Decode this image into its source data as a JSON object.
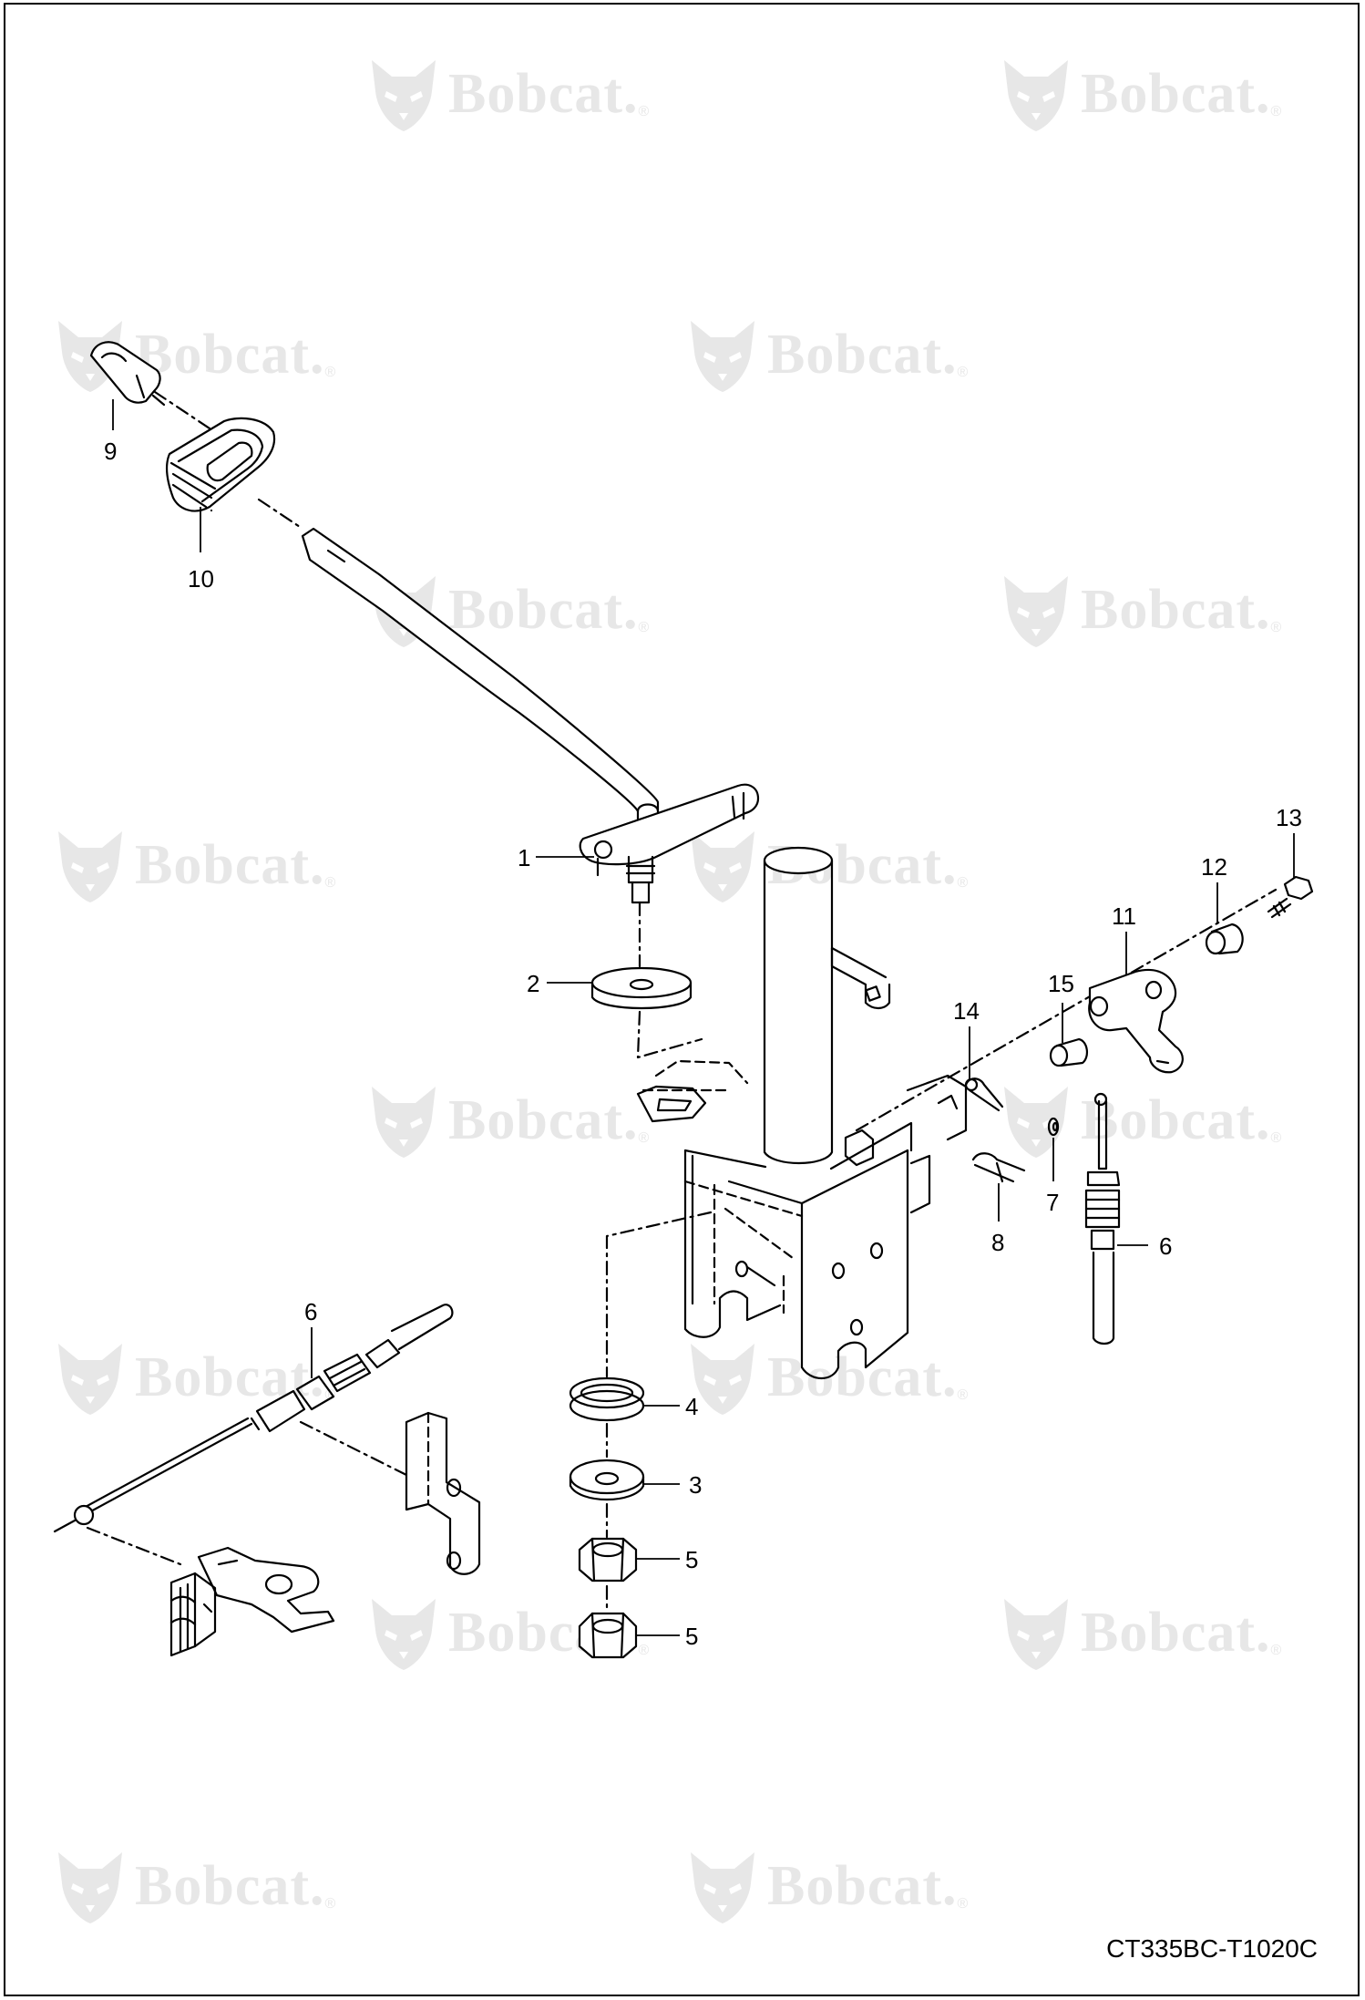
{
  "watermark": {
    "brand": "Bobcat",
    "mark": "®"
  },
  "callouts": [
    "9",
    "10",
    "1",
    "2",
    "13",
    "12",
    "11",
    "15",
    "14",
    "7",
    "8",
    "6",
    "6",
    "4",
    "3",
    "5",
    "5"
  ],
  "drawing_code": "CT335BC-T1020C",
  "colors": {
    "line": "#000000",
    "watermark": "#e7e7e7",
    "background": "#ffffff"
  }
}
